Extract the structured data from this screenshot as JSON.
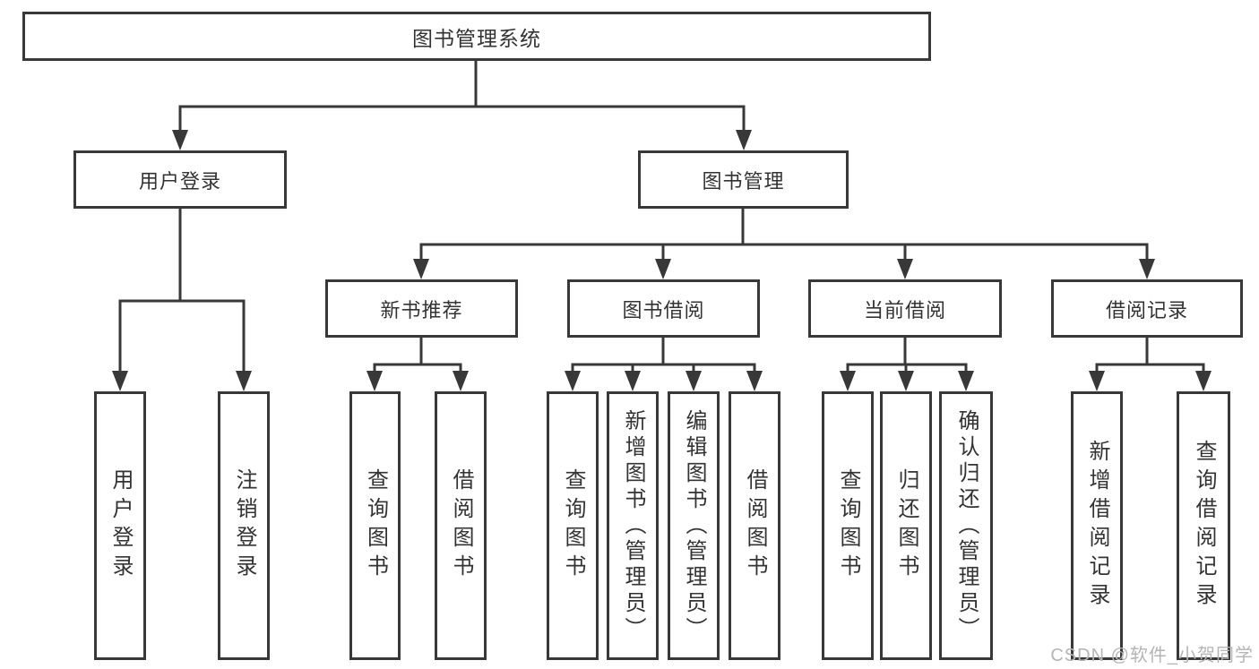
{
  "diagram": {
    "type": "hierarchy-tree",
    "root": {
      "label": "图书管理系统"
    },
    "children": [
      {
        "label": "用户登录",
        "children": [
          {
            "label": "用户登录"
          },
          {
            "label": "注销登录"
          }
        ]
      },
      {
        "label": "图书管理",
        "children": [
          {
            "label": "新书推荐",
            "children": [
              {
                "label": "查询图书"
              },
              {
                "label": "借阅图书"
              }
            ]
          },
          {
            "label": "图书借阅",
            "children": [
              {
                "label": "查询图书"
              },
              {
                "label": "新增图书（管理员）"
              },
              {
                "label": "编辑图书（管理员）"
              },
              {
                "label": "借阅图书"
              }
            ]
          },
          {
            "label": "当前借阅",
            "children": [
              {
                "label": "查询图书"
              },
              {
                "label": "归还图书"
              },
              {
                "label": "确认归还（管理员）"
              }
            ]
          },
          {
            "label": "借阅记录",
            "children": [
              {
                "label": "新增借阅记录"
              },
              {
                "label": "查询借阅记录"
              }
            ]
          }
        ]
      }
    ]
  },
  "watermark": {
    "text": "CSDN @软件_小贺同学"
  },
  "colors": {
    "line": "#383838",
    "text": "#333333",
    "watermark": "#b5b5b5",
    "background": "#ffffff"
  }
}
